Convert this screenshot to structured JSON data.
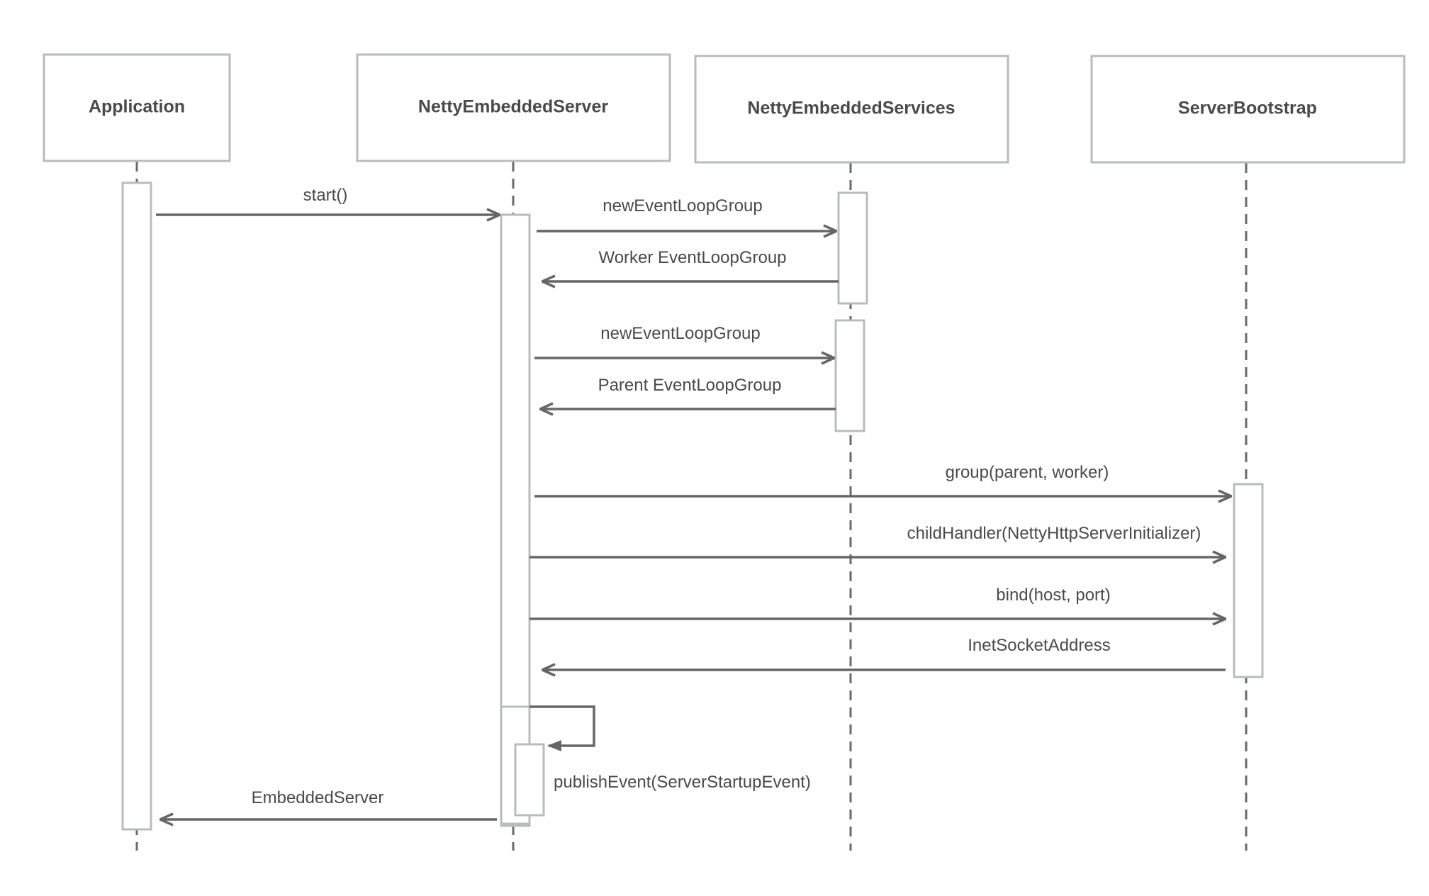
{
  "participants": [
    {
      "id": "app",
      "label": "Application"
    },
    {
      "id": "server",
      "label": "NettyEmbeddedServer"
    },
    {
      "id": "services",
      "label": "NettyEmbeddedServices"
    },
    {
      "id": "bootstrap",
      "label": "ServerBootstrap"
    }
  ],
  "messages": [
    {
      "id": "start",
      "from": "app",
      "to": "server",
      "label": "start()",
      "kind": "call"
    },
    {
      "id": "new-elg-1",
      "from": "server",
      "to": "services",
      "label": "newEventLoopGroup",
      "kind": "call"
    },
    {
      "id": "worker-elg",
      "from": "services",
      "to": "server",
      "label": "Worker EventLoopGroup",
      "kind": "return"
    },
    {
      "id": "new-elg-2",
      "from": "server",
      "to": "services",
      "label": "newEventLoopGroup",
      "kind": "call"
    },
    {
      "id": "parent-elg",
      "from": "services",
      "to": "server",
      "label": "Parent EventLoopGroup",
      "kind": "return"
    },
    {
      "id": "group",
      "from": "server",
      "to": "bootstrap",
      "label": "group(parent, worker)",
      "kind": "call"
    },
    {
      "id": "child-handler",
      "from": "server",
      "to": "bootstrap",
      "label": "childHandler(NettyHttpServerInitializer)",
      "kind": "call"
    },
    {
      "id": "bind",
      "from": "server",
      "to": "bootstrap",
      "label": "bind(host, port)",
      "kind": "call"
    },
    {
      "id": "inet-socket-address",
      "from": "bootstrap",
      "to": "server",
      "label": "InetSocketAddress",
      "kind": "return"
    },
    {
      "id": "publish-event",
      "from": "server",
      "to": "server",
      "label": "publishEvent(ServerStartupEvent)",
      "kind": "self"
    },
    {
      "id": "embedded-server",
      "from": "server",
      "to": "app",
      "label": "EmbeddedServer",
      "kind": "return"
    }
  ]
}
